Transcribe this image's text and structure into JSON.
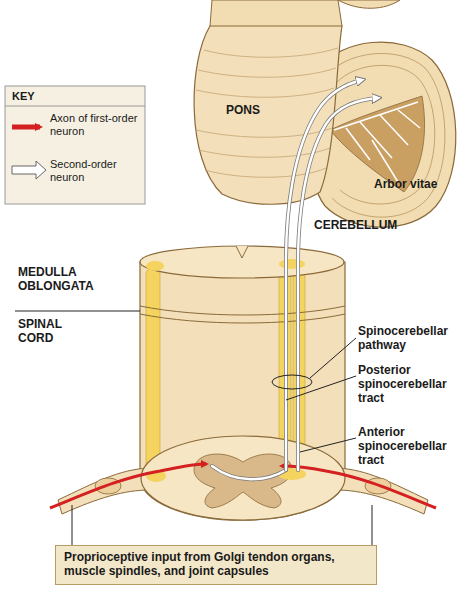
{
  "diagram": {
    "nodes": [
      {
        "text": [
          "Proprioceptive input from Golgi tendon organs, muscle spindles, and joint capsules"
        ]
      }
    ],
    "labels": [
      "KEY",
      "PONS",
      "Arbor vitae",
      "CEREBELLUM",
      "MEDULLA OBLONGATA",
      "SPINAL CORD",
      "Spinocerebellar pathway",
      "Posterior spinocerebellar tract",
      "Anterior spinocerebellar tract"
    ],
    "legend": [
      {
        "text": "Axon of first-order neuron"
      },
      {
        "text": "Second-order neuron"
      }
    ]
  }
}
